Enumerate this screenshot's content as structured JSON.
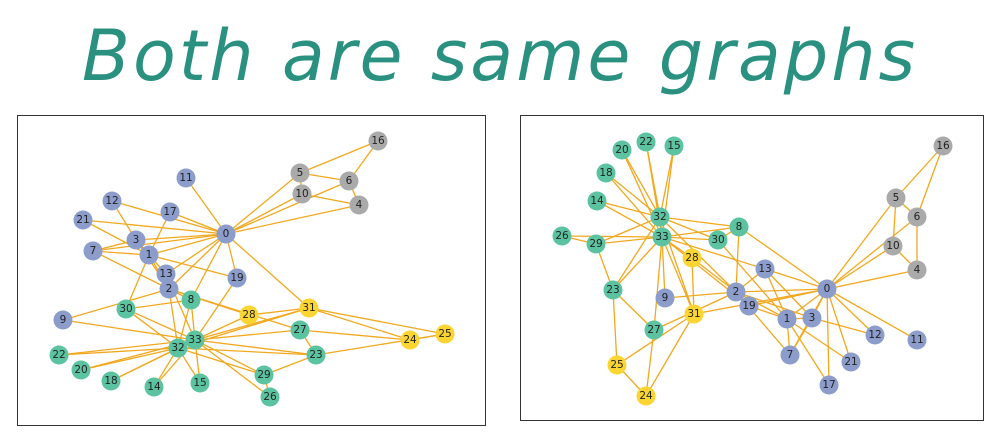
{
  "title": "Both are same graphs",
  "colors": {
    "title": "#2a9080",
    "edge": "#f2a81d",
    "purple": "#8c9dcc",
    "green": "#5cc3a0",
    "gray": "#aaaaaa",
    "yellow": "#fcd533"
  },
  "node_groups": {
    "purple": [
      0,
      1,
      2,
      3,
      7,
      9,
      11,
      12,
      13,
      17,
      19,
      21
    ],
    "green": [
      8,
      14,
      15,
      18,
      20,
      22,
      23,
      26,
      27,
      29,
      30,
      32,
      33
    ],
    "gray": [
      4,
      5,
      6,
      10,
      16
    ],
    "yellow": [
      24,
      25,
      28,
      31
    ]
  },
  "edges": [
    [
      0,
      1
    ],
    [
      0,
      2
    ],
    [
      0,
      3
    ],
    [
      0,
      4
    ],
    [
      0,
      5
    ],
    [
      0,
      6
    ],
    [
      0,
      7
    ],
    [
      0,
      8
    ],
    [
      0,
      10
    ],
    [
      0,
      11
    ],
    [
      0,
      12
    ],
    [
      0,
      13
    ],
    [
      0,
      17
    ],
    [
      0,
      19
    ],
    [
      0,
      21
    ],
    [
      0,
      31
    ],
    [
      1,
      2
    ],
    [
      1,
      3
    ],
    [
      1,
      7
    ],
    [
      1,
      13
    ],
    [
      1,
      17
    ],
    [
      1,
      19
    ],
    [
      1,
      21
    ],
    [
      1,
      30
    ],
    [
      2,
      3
    ],
    [
      2,
      7
    ],
    [
      2,
      8
    ],
    [
      2,
      9
    ],
    [
      2,
      13
    ],
    [
      2,
      27
    ],
    [
      2,
      28
    ],
    [
      2,
      32
    ],
    [
      3,
      7
    ],
    [
      3,
      12
    ],
    [
      3,
      13
    ],
    [
      4,
      6
    ],
    [
      4,
      10
    ],
    [
      5,
      6
    ],
    [
      5,
      10
    ],
    [
      5,
      16
    ],
    [
      6,
      16
    ],
    [
      8,
      30
    ],
    [
      8,
      32
    ],
    [
      8,
      33
    ],
    [
      9,
      33
    ],
    [
      13,
      33
    ],
    [
      14,
      32
    ],
    [
      14,
      33
    ],
    [
      15,
      32
    ],
    [
      15,
      33
    ],
    [
      18,
      32
    ],
    [
      18,
      33
    ],
    [
      19,
      33
    ],
    [
      20,
      32
    ],
    [
      20,
      33
    ],
    [
      22,
      32
    ],
    [
      22,
      33
    ],
    [
      23,
      25
    ],
    [
      23,
      27
    ],
    [
      23,
      29
    ],
    [
      23,
      32
    ],
    [
      23,
      33
    ],
    [
      24,
      25
    ],
    [
      24,
      27
    ],
    [
      24,
      31
    ],
    [
      25,
      31
    ],
    [
      26,
      29
    ],
    [
      26,
      33
    ],
    [
      27,
      33
    ],
    [
      28,
      31
    ],
    [
      28,
      33
    ],
    [
      29,
      32
    ],
    [
      29,
      33
    ],
    [
      30,
      32
    ],
    [
      30,
      33
    ],
    [
      31,
      32
    ],
    [
      31,
      33
    ],
    [
      32,
      33
    ]
  ]
}
